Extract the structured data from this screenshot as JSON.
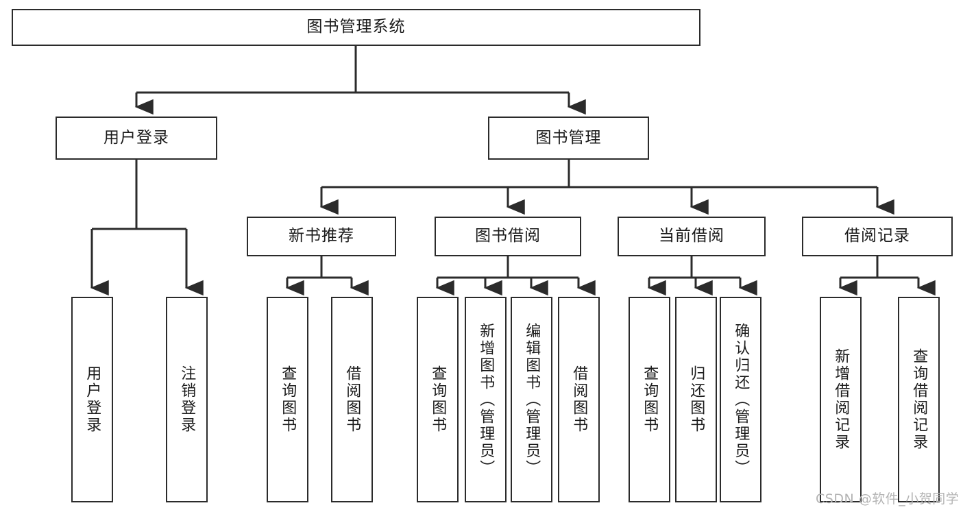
{
  "diagram": {
    "title": "图书管理系统",
    "watermark": "CSDN @软件_小贺同学",
    "line_color": "#2b2b2b",
    "box_fill": "#ffffff",
    "text_color": "#1b1b1b",
    "watermark_color": "#b3b3b3",
    "root": {
      "label": "图书管理系统"
    },
    "level2": [
      {
        "label": "用户登录"
      },
      {
        "label": "图书管理"
      }
    ],
    "level3": [
      {
        "label": "新书推荐"
      },
      {
        "label": "图书借阅"
      },
      {
        "label": "当前借阅"
      },
      {
        "label": "借阅记录"
      }
    ],
    "leaves": {
      "user_login": [
        {
          "label": "用户登录"
        },
        {
          "label": "注销登录"
        }
      ],
      "new_book_recommend": [
        {
          "label": "查询图书"
        },
        {
          "label": "借阅图书"
        }
      ],
      "book_borrow": [
        {
          "label": "查询图书"
        },
        {
          "label": "新增图书（管理员）"
        },
        {
          "label": "编辑图书（管理员）"
        },
        {
          "label": "借阅图书"
        }
      ],
      "current_borrow": [
        {
          "label": "查询图书"
        },
        {
          "label": "归还图书"
        },
        {
          "label": "确认归还（管理员）"
        }
      ],
      "borrow_record": [
        {
          "label": "新增借阅记录"
        },
        {
          "label": "查询借阅记录"
        }
      ]
    }
  }
}
